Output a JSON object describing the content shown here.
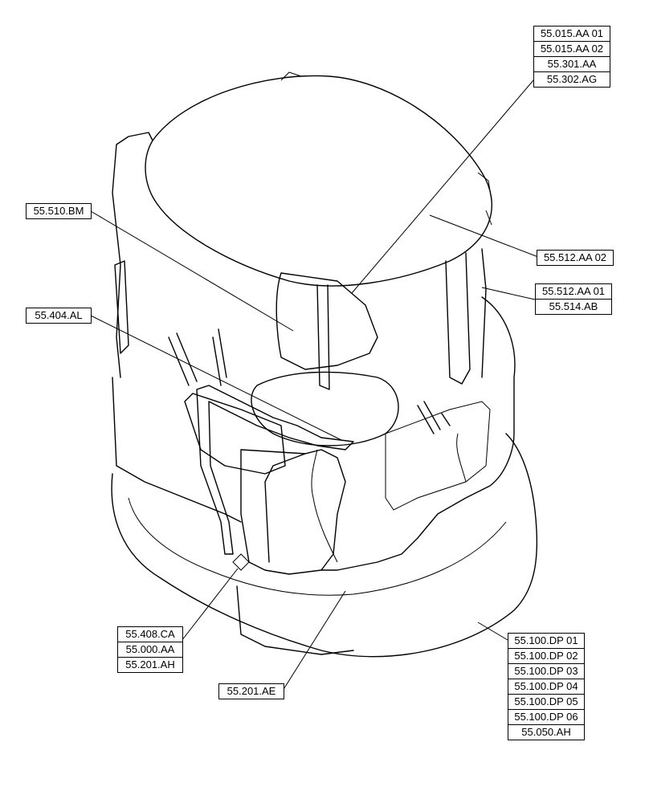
{
  "callouts": [
    {
      "id": "top-right",
      "refs": [
        "55.015.AA 01",
        "55.015.AA 02",
        "55.301.AA",
        "55.302.AG"
      ]
    },
    {
      "id": "upper-left",
      "refs": [
        "55.510.BM"
      ]
    },
    {
      "id": "mid-left",
      "refs": [
        "55.404.AL"
      ]
    },
    {
      "id": "right-upper",
      "refs": [
        "55.512.AA 02"
      ]
    },
    {
      "id": "right-mid",
      "refs": [
        "55.512.AA 01",
        "55.514.AB"
      ]
    },
    {
      "id": "bottom-left",
      "refs": [
        "55.408.CA",
        "55.000.AA",
        "55.201.AH"
      ]
    },
    {
      "id": "bottom-center",
      "refs": [
        "55.201.AE"
      ]
    },
    {
      "id": "bottom-right",
      "refs": [
        "55.100.DP 01",
        "55.100.DP 02",
        "55.100.DP 03",
        "55.100.DP 04",
        "55.100.DP 05",
        "55.100.DP 06",
        "55.050.AH"
      ]
    }
  ]
}
